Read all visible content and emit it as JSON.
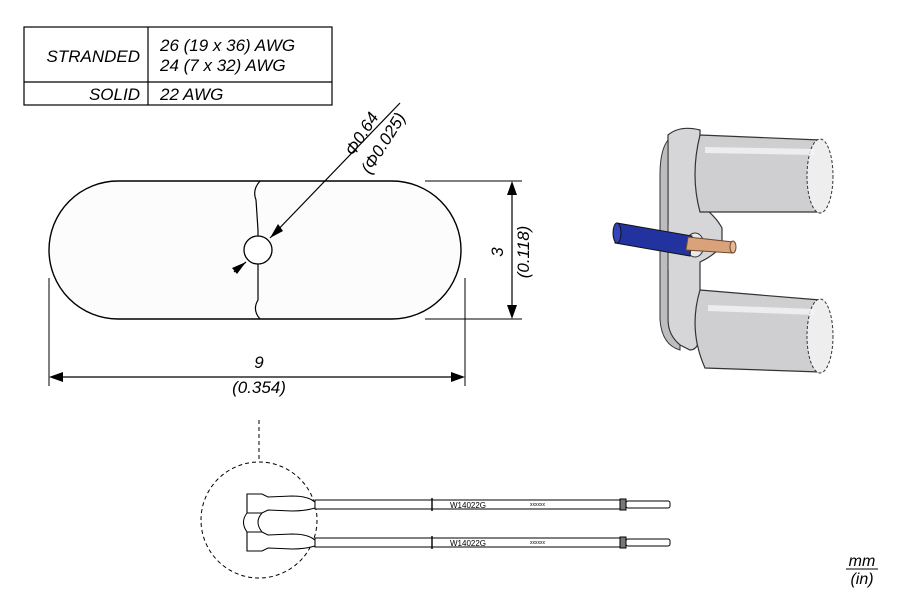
{
  "wire_table": {
    "rows": [
      {
        "type": "STRANDED",
        "sizes": [
          "26 (19 x 36) AWG",
          "24 (7 x 32) AWG"
        ]
      },
      {
        "type": "SOLID",
        "sizes": [
          "22 AWG"
        ]
      }
    ]
  },
  "dimensions": {
    "hole_mm": "Φ0.64",
    "hole_in": "(Φ0.025)",
    "height_mm": "3",
    "height_in": "(0.118)",
    "width_mm": "9",
    "width_in": "(0.354)"
  },
  "tweezer": {
    "upper_label": "W14022G",
    "upper_code": "xxxxxx",
    "lower_label": "W14022G",
    "lower_code": "xxxxxx"
  },
  "units": {
    "primary": "mm",
    "secondary": "(in)"
  },
  "colors": {
    "wire_insulation": "#2233a0",
    "wire_core": "#d9a27a",
    "metal": "#c9c9cb",
    "outline": "#000000"
  }
}
